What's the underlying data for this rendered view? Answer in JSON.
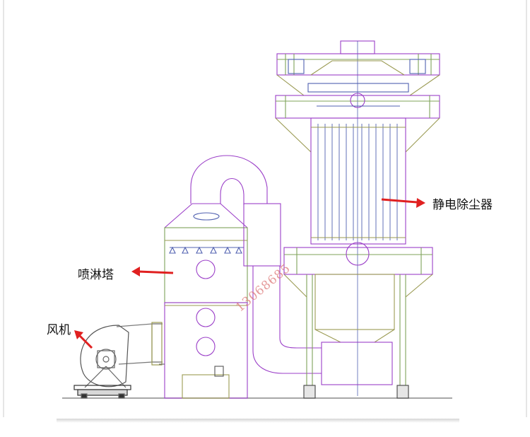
{
  "labels": {
    "spray_tower": "喷淋塔",
    "fan": "风机",
    "esp": "静电除尘器"
  },
  "watermark": "13068685",
  "colors": {
    "purple": "#9b3fc8",
    "green": "#7fa35a",
    "olive": "#9a9a52",
    "blue": "#5060b0",
    "arrow": "#e02020",
    "gray": "#777777"
  }
}
